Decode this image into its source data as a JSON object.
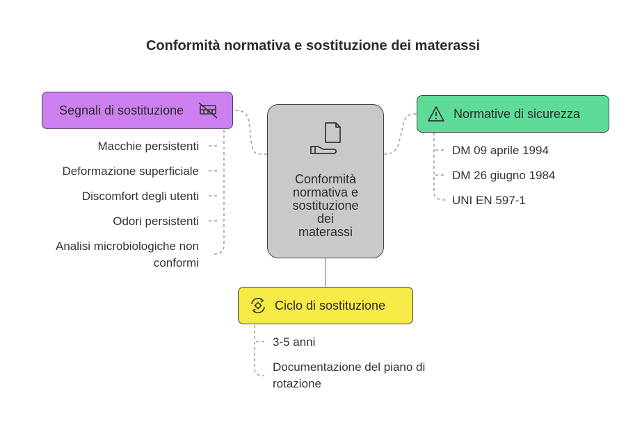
{
  "title": "Conformità normativa e sostituzione dei materassi",
  "center": {
    "label_lines": [
      "Conformità",
      "normativa e",
      "sostituzione",
      "dei",
      "materassi"
    ],
    "icon": "document-hand-icon",
    "color": "#c9c9c9"
  },
  "branches": {
    "signals": {
      "label": "Segnali di sostituzione",
      "icon": "crossed-out-bed-icon",
      "color": "#cc80f0",
      "items": [
        "Macchie persistenti",
        "Deformazione superficiale",
        "Discomfort degli utenti",
        "Odori persistenti",
        "Analisi microbiologiche non",
        "conformi"
      ]
    },
    "safety": {
      "label": "Normative di sicurezza",
      "icon": "warning-triangle-icon",
      "color": "#5edb98",
      "items": [
        "DM 09 aprile 1994",
        "DM 26 giugno 1984",
        "UNI EN 597-1"
      ]
    },
    "cycle": {
      "label": "Ciclo di sostituzione",
      "icon": "cycle-gear-icon",
      "color": "#f5ea46",
      "items": [
        "3-5 anni",
        "Documentazione del piano di",
        "rotazione"
      ]
    }
  }
}
